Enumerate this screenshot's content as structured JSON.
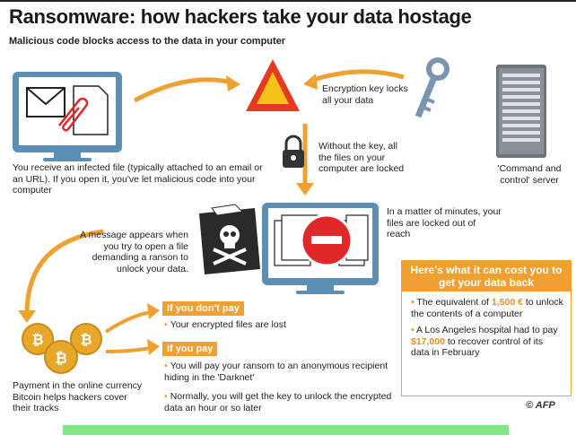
{
  "header": {
    "title": "Ransomware: how hackers take your data hostage",
    "subtitle": "Malicious code blocks access to the data in your computer"
  },
  "steps": {
    "infected_file": "You receive an infected file (typically attached to an email or an URL). If you open it, you've let malicious code into your computer",
    "encryption_key": "Encryption key locks all your data",
    "without_key": "Without the key, all the files on your computer are locked",
    "server": "'Command and control' server",
    "minutes": "In a matter of minutes, your files are locked out of reach",
    "message": "A message appears when you try to open a file demanding a ranson to unlock your data.",
    "payment": "Payment in the online currency Bitcoin helps hackers cover their tracks"
  },
  "outcomes": {
    "dont_pay_tag": "If you don't pay",
    "dont_pay_items": [
      "Your encrypted files are lost"
    ],
    "pay_tag": "If you pay",
    "pay_items": [
      "You will pay your ransom to an anonymous recipient hiding in the 'Darknet'",
      "Normally, you will get the key to unlock the encrypted data an hour or so later"
    ]
  },
  "cost_box": {
    "heading": "Here's what it can cost you to get your data back",
    "item1_pre": "The equivalent of ",
    "item1_amount": "1,500 €",
    "item1_post": " to unlock the contents of a computer",
    "item2_pre": "A Los Angeles hospital had to pay ",
    "item2_amount": "$17,000",
    "item2_post": " to recover control of its data in February"
  },
  "credit": "© AFP",
  "bitcoin_symbol": "₿",
  "colors": {
    "accent": "#f0a030",
    "monitor": "#5b8fb5",
    "warning_red": "#e63a20",
    "stop_red": "#e02828",
    "server_gray": "#7a8088",
    "skull_bg": "#2a2a2a",
    "coin_gold": "#e6a72a",
    "bar_green": "#7ee882"
  }
}
